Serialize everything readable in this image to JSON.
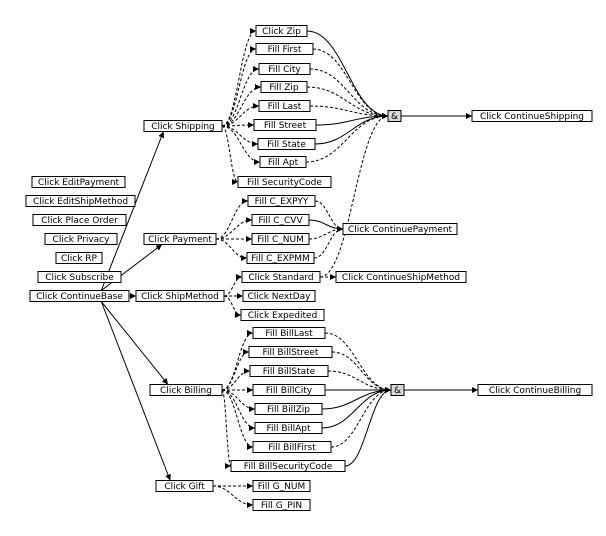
{
  "nodes": {
    "click_editpayment": "Click EditPayment",
    "click_editshipmethod": "Click EditShipMethod",
    "click_placeorder": "Click Place Order",
    "click_privacy": "Click Privacy",
    "click_rp": "Click RP",
    "click_subscribe": "Click Subscribe",
    "click_continuebase": "Click ContinueBase",
    "click_shipping": "Click Shipping",
    "click_payment": "Click Payment",
    "click_shipmethod": "Click ShipMethod",
    "click_billing": "Click Billing",
    "click_gift": "Click Gift",
    "click_zip": "Click Zip",
    "fill_first": "Fill First",
    "fill_city": "Fill City",
    "fill_zip": "Fill Zip",
    "fill_last": "Fill Last",
    "fill_street": "Fill Street",
    "fill_state": "Fill State",
    "fill_apt": "Fill Apt",
    "fill_securitycode": "Fill SecurityCode",
    "and_shipping": "&",
    "click_continueshipping": "Click ContinueShipping",
    "fill_c_expyy": "Fill C_EXPYY",
    "fill_c_cvv": "Fill C_CVV",
    "fill_c_num": "Fill C_NUM",
    "fill_c_expmm": "Fill C_EXPMM",
    "click_continuepayment": "Click ContinuePayment",
    "click_standard": "Click Standard",
    "click_continueshipmethod": "Click ContinueShipMethod",
    "click_nextday": "Click NextDay",
    "click_expedited": "Click Expedited",
    "fill_billlast": "Fill BillLast",
    "fill_billstreet": "Fill BillStreet",
    "fill_billstate": "Fill BillState",
    "fill_billcity": "Fill BillCity",
    "fill_billzip": "Fill BillZip",
    "fill_billapt": "Fill BillApt",
    "fill_billfirst": "Fill BillFirst",
    "fill_billsecuritycode": "Fill BillSecurityCode",
    "and_billing": "&",
    "click_continuebilling": "Click ContinueBilling",
    "fill_g_num": "Fill G_NUM",
    "fill_g_pin": "Fill G_PIN"
  },
  "edges": [
    {
      "from": "click_continuebase",
      "to": "click_shipping",
      "style": "solid"
    },
    {
      "from": "click_continuebase",
      "to": "click_payment",
      "style": "solid"
    },
    {
      "from": "click_continuebase",
      "to": "click_shipmethod",
      "style": "solid"
    },
    {
      "from": "click_continuebase",
      "to": "click_billing",
      "style": "solid"
    },
    {
      "from": "click_continuebase",
      "to": "click_gift",
      "style": "solid"
    },
    {
      "from": "click_shipping",
      "to": "click_zip",
      "style": "dashed"
    },
    {
      "from": "click_shipping",
      "to": "fill_first",
      "style": "dashed"
    },
    {
      "from": "click_shipping",
      "to": "fill_city",
      "style": "dashed"
    },
    {
      "from": "click_shipping",
      "to": "fill_zip",
      "style": "dashed"
    },
    {
      "from": "click_shipping",
      "to": "fill_last",
      "style": "dashed"
    },
    {
      "from": "click_shipping",
      "to": "fill_street",
      "style": "dashed"
    },
    {
      "from": "click_shipping",
      "to": "fill_state",
      "style": "dashed"
    },
    {
      "from": "click_shipping",
      "to": "fill_apt",
      "style": "dashed"
    },
    {
      "from": "click_shipping",
      "to": "fill_securitycode",
      "style": "dashed"
    },
    {
      "from": "click_zip",
      "to": "and_shipping",
      "style": "solid"
    },
    {
      "from": "fill_first",
      "to": "and_shipping",
      "style": "dashed"
    },
    {
      "from": "fill_city",
      "to": "and_shipping",
      "style": "dashed"
    },
    {
      "from": "fill_zip",
      "to": "and_shipping",
      "style": "dashed"
    },
    {
      "from": "fill_last",
      "to": "and_shipping",
      "style": "dashed"
    },
    {
      "from": "fill_street",
      "to": "and_shipping",
      "style": "solid"
    },
    {
      "from": "fill_state",
      "to": "and_shipping",
      "style": "solid"
    },
    {
      "from": "fill_apt",
      "to": "and_shipping",
      "style": "dashed"
    },
    {
      "from": "click_standard",
      "to": "and_shipping",
      "style": "dashed"
    },
    {
      "from": "and_shipping",
      "to": "click_continueshipping",
      "style": "solid"
    },
    {
      "from": "click_payment",
      "to": "fill_c_expyy",
      "style": "dashed"
    },
    {
      "from": "click_payment",
      "to": "fill_c_cvv",
      "style": "dashed"
    },
    {
      "from": "click_payment",
      "to": "fill_c_num",
      "style": "dashed"
    },
    {
      "from": "click_payment",
      "to": "fill_c_expmm",
      "style": "dashed"
    },
    {
      "from": "fill_c_expyy",
      "to": "click_continuepayment",
      "style": "dashed"
    },
    {
      "from": "fill_c_cvv",
      "to": "click_continuepayment",
      "style": "solid"
    },
    {
      "from": "fill_c_num",
      "to": "click_continuepayment",
      "style": "dashed"
    },
    {
      "from": "fill_c_expmm",
      "to": "click_continuepayment",
      "style": "dashed"
    },
    {
      "from": "click_shipmethod",
      "to": "click_standard",
      "style": "dashed"
    },
    {
      "from": "click_shipmethod",
      "to": "click_nextday",
      "style": "dashed"
    },
    {
      "from": "click_shipmethod",
      "to": "click_expedited",
      "style": "dashed"
    },
    {
      "from": "click_standard",
      "to": "click_continueshipmethod",
      "style": "dashed"
    },
    {
      "from": "click_billing",
      "to": "fill_billlast",
      "style": "dashed"
    },
    {
      "from": "click_billing",
      "to": "fill_billstreet",
      "style": "dashed"
    },
    {
      "from": "click_billing",
      "to": "fill_billstate",
      "style": "dashed"
    },
    {
      "from": "click_billing",
      "to": "fill_billcity",
      "style": "dashed"
    },
    {
      "from": "click_billing",
      "to": "fill_billzip",
      "style": "dashed"
    },
    {
      "from": "click_billing",
      "to": "fill_billapt",
      "style": "dashed"
    },
    {
      "from": "click_billing",
      "to": "fill_billfirst",
      "style": "dashed"
    },
    {
      "from": "click_billing",
      "to": "fill_billsecuritycode",
      "style": "dashed"
    },
    {
      "from": "fill_billlast",
      "to": "and_billing",
      "style": "dashed"
    },
    {
      "from": "fill_billstreet",
      "to": "and_billing",
      "style": "dashed"
    },
    {
      "from": "fill_billstate",
      "to": "and_billing",
      "style": "dashed"
    },
    {
      "from": "fill_billcity",
      "to": "and_billing",
      "style": "solid"
    },
    {
      "from": "fill_billzip",
      "to": "and_billing",
      "style": "solid"
    },
    {
      "from": "fill_billapt",
      "to": "and_billing",
      "style": "solid"
    },
    {
      "from": "fill_billfirst",
      "to": "and_billing",
      "style": "dashed"
    },
    {
      "from": "fill_billsecuritycode",
      "to": "and_billing",
      "style": "solid"
    },
    {
      "from": "and_billing",
      "to": "click_continuebilling",
      "style": "solid"
    },
    {
      "from": "click_gift",
      "to": "fill_g_num",
      "style": "dashed"
    },
    {
      "from": "click_gift",
      "to": "fill_g_pin",
      "style": "dashed"
    }
  ]
}
